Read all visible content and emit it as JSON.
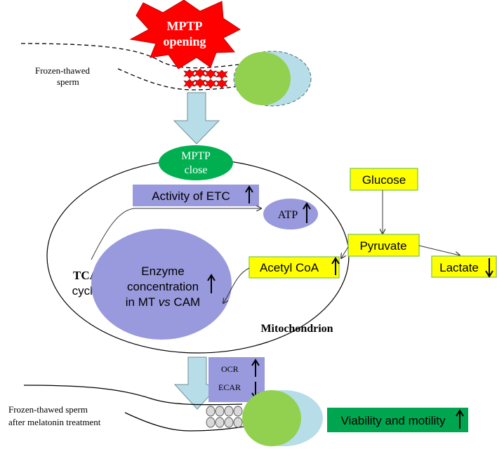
{
  "top": {
    "burst_line1": "MPTP",
    "burst_line2": "opening",
    "sperm_label_line1": "Frozen-thawed",
    "sperm_label_line2": "sperm"
  },
  "mitochondrion": {
    "mptp_close_line1": "MPTP",
    "mptp_close_line2": "close",
    "etc_label": "Activity of ETC",
    "atp_label": "ATP",
    "tca_line1": "TCA",
    "tca_line2": "cycle",
    "enzyme_line1": "Enzyme",
    "enzyme_line2": "concentration",
    "enzyme_line3_pre": "in MT ",
    "enzyme_line3_vs": "vs",
    "enzyme_line3_post": " CAM",
    "acetyl_label": "Acetyl CoA",
    "mito_label": "Mitochondrion"
  },
  "glycolysis": {
    "glucose_label": "Glucose",
    "pyruvate_label": "Pyruvate",
    "lactate_label": "Lactate"
  },
  "bottom": {
    "ocr_label": "OCR",
    "ecar_label": "ECAR",
    "sperm_label_line1": "Frozen-thawed sperm",
    "sperm_label_line2": "after melatonin treatment",
    "viability_label": "Viability and motility"
  },
  "colors": {
    "burst_red": "#ff0000",
    "sperm_head_green": "#92d050",
    "sperm_cap_blue": "#b7dde8",
    "arrow_fill": "#b7dde8",
    "mptp_close_green": "#00b050",
    "purple": "#9999dd",
    "yellow": "#ffff00",
    "yellow_border": "#92d050",
    "viability_green": "#00a550"
  }
}
